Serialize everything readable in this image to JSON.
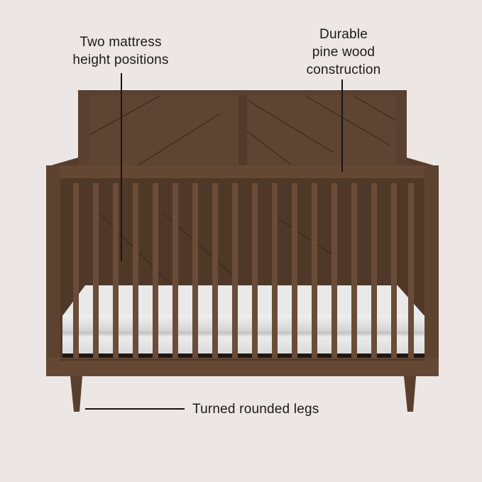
{
  "callouts": {
    "mattress": {
      "line1": "Two mattress",
      "line2": "height positions"
    },
    "wood": {
      "line1": "Durable",
      "line2": "pine wood",
      "line3": "construction"
    },
    "legs": {
      "text": "Turned rounded legs"
    }
  },
  "colors": {
    "background": "#ece7e4",
    "wood": "#5e4330",
    "wood_dark": "#4a3425",
    "wood_light": "#6f5240",
    "mattress": "#e6e6e6",
    "text": "#1a1a1a"
  }
}
